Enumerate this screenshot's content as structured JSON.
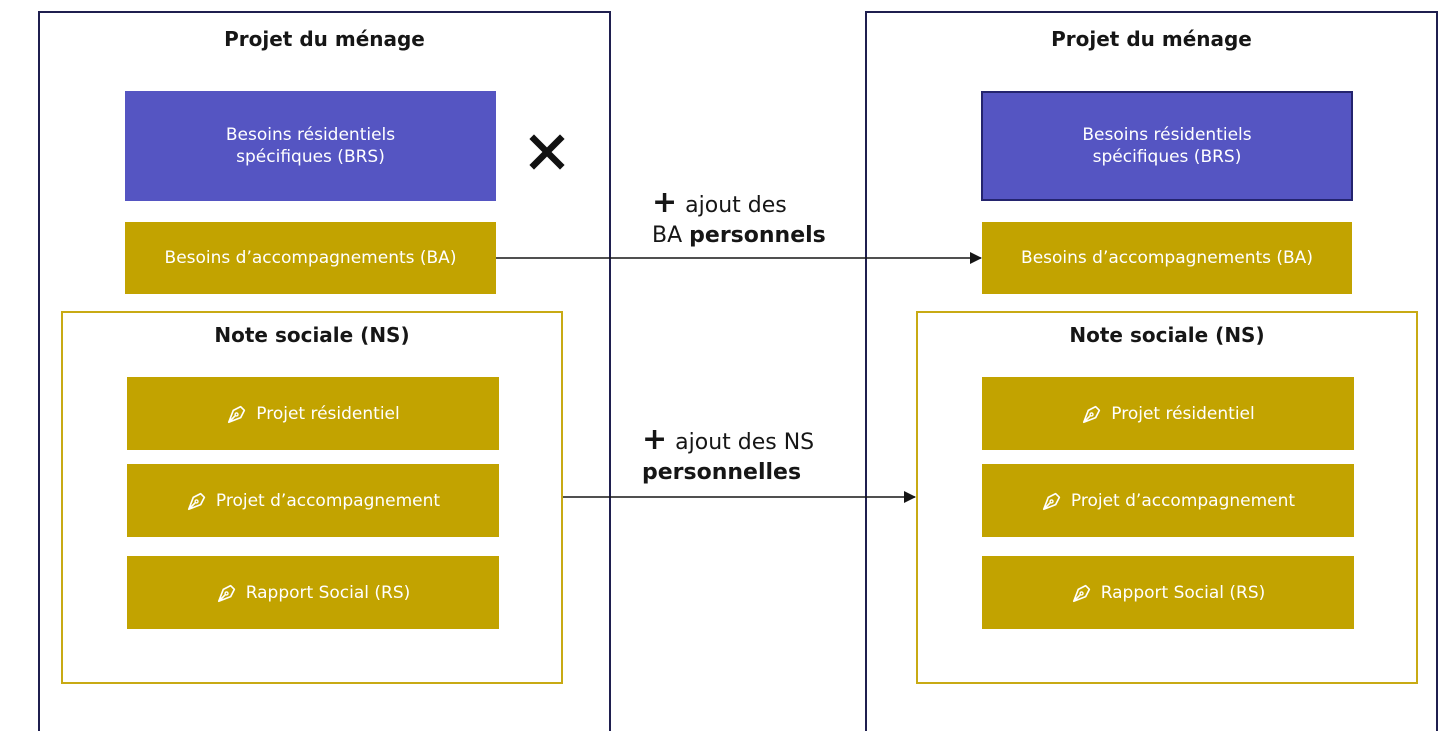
{
  "left": {
    "title": "Projet du ménage",
    "brs": "Besoins résidentiels spécifiques (BRS)",
    "ba": "Besoins d’accompagnements (BA)",
    "note_title": "Note sociale (NS)",
    "items": [
      "Projet résidentiel",
      "Projet d’accompagnement",
      "Rapport Social (RS)"
    ]
  },
  "right": {
    "title": "Projet du ménage",
    "brs": "Besoins résidentiels spécifiques (BRS)",
    "ba": "Besoins d’accompagnements (BA)",
    "note_title": "Note sociale (NS)",
    "items": [
      "Projet résidentiel",
      "Projet d’accompagnement",
      "Rapport Social (RS)"
    ]
  },
  "arrows": {
    "ba": {
      "plus": "+",
      "text": "ajout des",
      "line2_text": "BA",
      "line2_bold": "personnels"
    },
    "ns": {
      "plus": "+",
      "text": "ajout des NS",
      "line2_bold": "personnelles"
    }
  },
  "icons": {
    "removed": "cross-icon",
    "item": "pen-nib-icon"
  },
  "colors": {
    "brs": "#5555c2",
    "ba": "#c2a300",
    "panel_border": "#1f1f4f",
    "note_border": "#c8aa14"
  }
}
